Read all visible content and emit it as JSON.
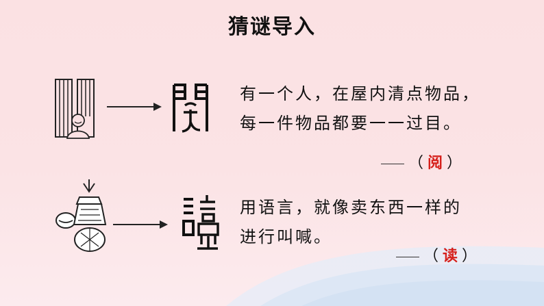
{
  "title": "猜谜导入",
  "riddles": [
    {
      "line1": "有一个人，在屋内清点物品，",
      "line2": "每一件物品都要一一过目。",
      "paren_open": "（",
      "answer": "阅",
      "paren_close": "）",
      "ancient_icon": "seal-script-yue-icon",
      "picture_icon": "door-with-person-icon"
    },
    {
      "line1": "用语言，就像卖东西一样的",
      "line2": "进行叫喊。",
      "paren_open": "（",
      "answer": "读",
      "paren_close": "）",
      "ancient_icon": "seal-script-du-icon",
      "picture_icon": "mouth-and-goods-icon"
    }
  ],
  "colors": {
    "background": "#fbe1e3",
    "answer": "#d6201b",
    "wave": "#dbe6f4"
  }
}
